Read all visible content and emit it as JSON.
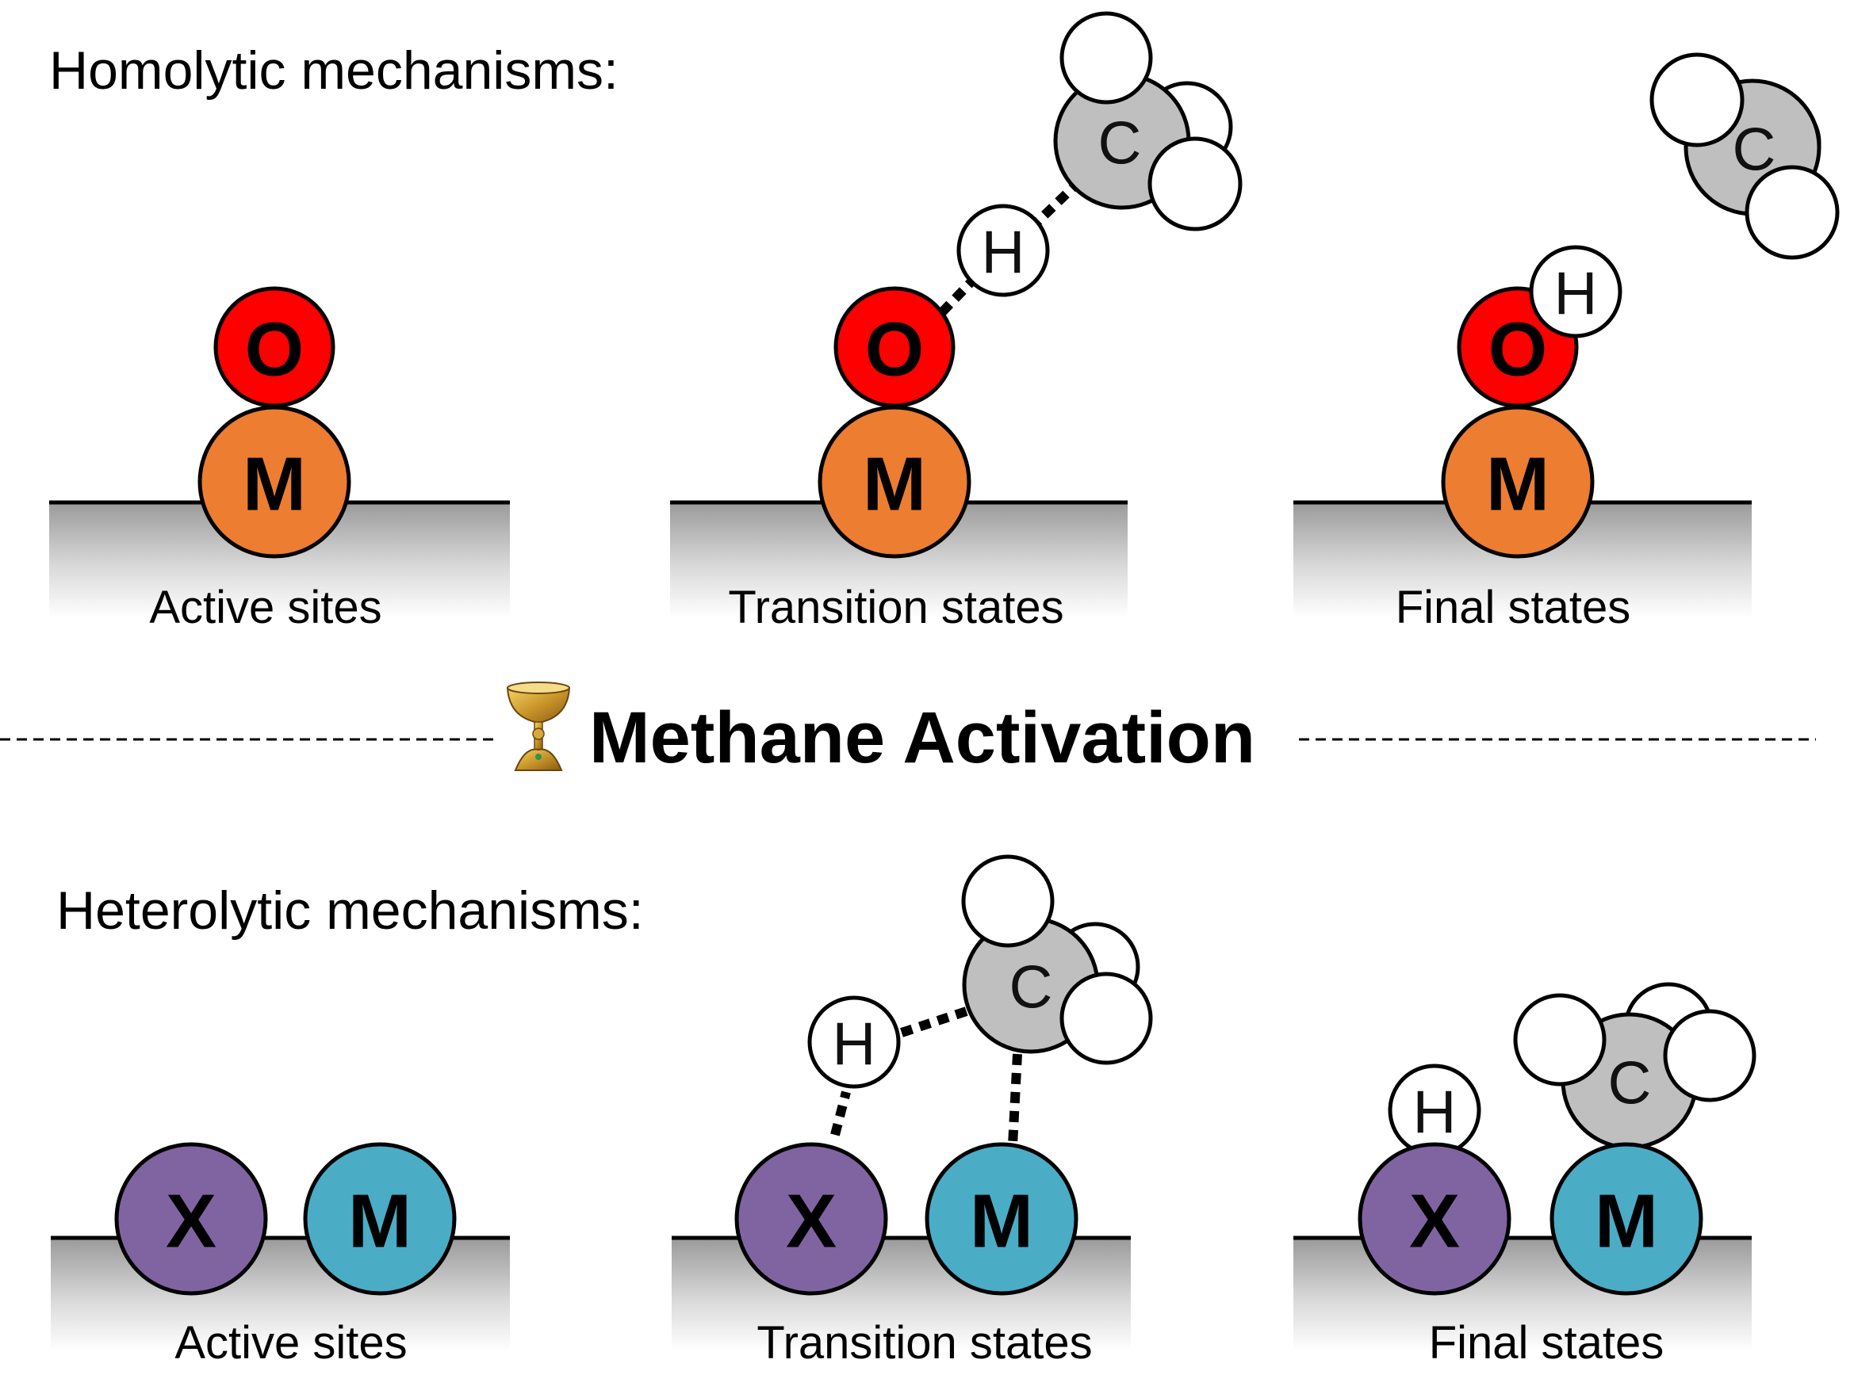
{
  "title": "Methane Activation",
  "homolytic": {
    "heading": "Homolytic mechanisms:",
    "captions": [
      "Active sites",
      "Transition states",
      "Final states"
    ]
  },
  "heterolytic": {
    "heading": "Heterolytic mechanisms:",
    "captions": [
      "Active sites",
      "Transition states",
      "Final states"
    ]
  },
  "atoms": {
    "metal": "M",
    "oxygen": "O",
    "hydrogen": "H",
    "carbon": "C",
    "anion": "X"
  },
  "colors": {
    "metal_homolytic": "#ED7D31",
    "oxygen": "#FF0000",
    "metal_heterolytic": "#4BACC6",
    "anion": "#8064A2",
    "carbon": "#BFBFBF",
    "hydrogen": "#FFFFFF"
  },
  "icon": "holy-grail-icon"
}
